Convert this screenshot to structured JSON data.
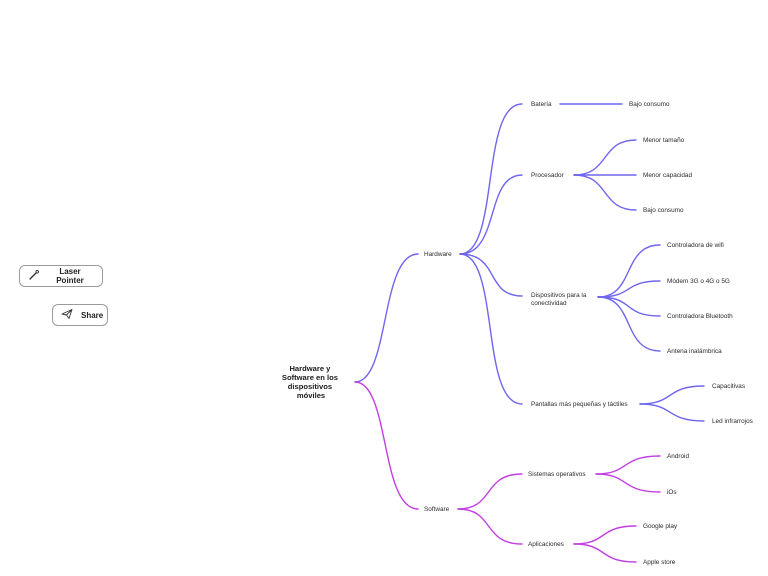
{
  "toolbar": {
    "laser_label": "Laser Pointer",
    "share_label": "Share"
  },
  "colors": {
    "hardware_branch": "#6f66ee",
    "software_branch": "#c23fe0"
  },
  "mindmap": {
    "root_lines": [
      "Hardware y",
      "Software en los",
      "dispositivos",
      "móviles"
    ],
    "hardware": {
      "label": "Hardware",
      "bateria": {
        "label": "Batería",
        "children": [
          "Bajo consumo"
        ]
      },
      "procesador": {
        "label": "Procesador",
        "children": [
          "Menor tamaño",
          "Menor capacidad",
          "Bajo consumo"
        ]
      },
      "conectividad": {
        "label_lines": [
          "Dispositivos para la",
          "conectividad"
        ],
        "children": [
          "Controladora de wifi",
          "Módem 3G o 4G o 5G",
          "Controladora Bluetooth",
          "Antena inalámbrica"
        ]
      },
      "pantallas": {
        "label": "Pantallas más pequeñas y táctiles",
        "children": [
          "Capacitivas",
          "Led infrarrojos"
        ]
      }
    },
    "software": {
      "label": "Software",
      "sistemas": {
        "label": "Sistemas operativos",
        "children": [
          "Android",
          "iOs"
        ]
      },
      "aplicaciones": {
        "label": "Aplicaciones",
        "children": [
          "Google play",
          "Apple store"
        ]
      }
    }
  }
}
